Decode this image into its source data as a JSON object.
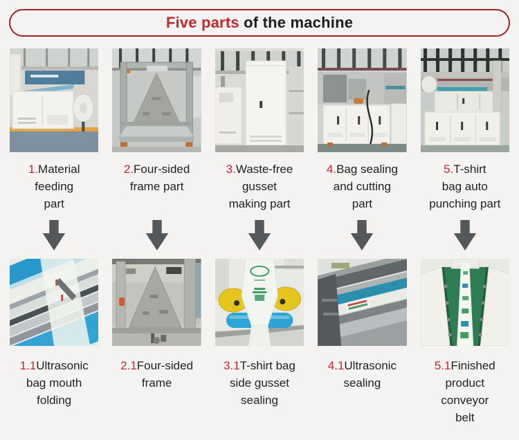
{
  "banner": {
    "title_highlight": "Five parts",
    "title_rest": " of the machine"
  },
  "colors": {
    "background": "#f4f3f1",
    "banner_border": "#9e2124",
    "accent_red": "#c2272d",
    "text_dark": "#1f1f1f",
    "arrow_gray": "#55585a"
  },
  "icons": {
    "down_arrow": "block-down-arrow"
  },
  "columns": [
    {
      "top": {
        "number": "1.",
        "label": "Material\nfeeding\npart",
        "photo": "material-feeding-part"
      },
      "bottom": {
        "number": "1.1",
        "label": "Ultrasonic\nbag mouth\nfolding",
        "photo": "ultrasonic-bag-mouth-folding"
      }
    },
    {
      "top": {
        "number": "2.",
        "label": "Four-sided\nframe part",
        "photo": "four-sided-frame-part"
      },
      "bottom": {
        "number": "2.1",
        "label": "Four-sided\nframe",
        "photo": "four-sided-frame"
      }
    },
    {
      "top": {
        "number": "3.",
        "label": "Waste-free\ngusset\nmaking part",
        "photo": "waste-free-gusset-making-part"
      },
      "bottom": {
        "number": "3.1",
        "label": "T-shirt bag\nside gusset\nsealing",
        "photo": "t-shirt-bag-side-gusset-sealing"
      }
    },
    {
      "top": {
        "number": "4.",
        "label": "Bag sealing\nand cutting\npart",
        "photo": "bag-sealing-and-cutting-part"
      },
      "bottom": {
        "number": "4.1",
        "label": "Ultrasonic\nsealing",
        "photo": "ultrasonic-sealing"
      }
    },
    {
      "top": {
        "number": "5.",
        "label": "T-shirt\nbag auto\npunching part",
        "photo": "t-shirt-bag-auto-punching-part"
      },
      "bottom": {
        "number": "5.1",
        "label": "Finished\nproduct\nconveyor\nbelt",
        "photo": "finished-product-conveyor-belt"
      }
    }
  ]
}
